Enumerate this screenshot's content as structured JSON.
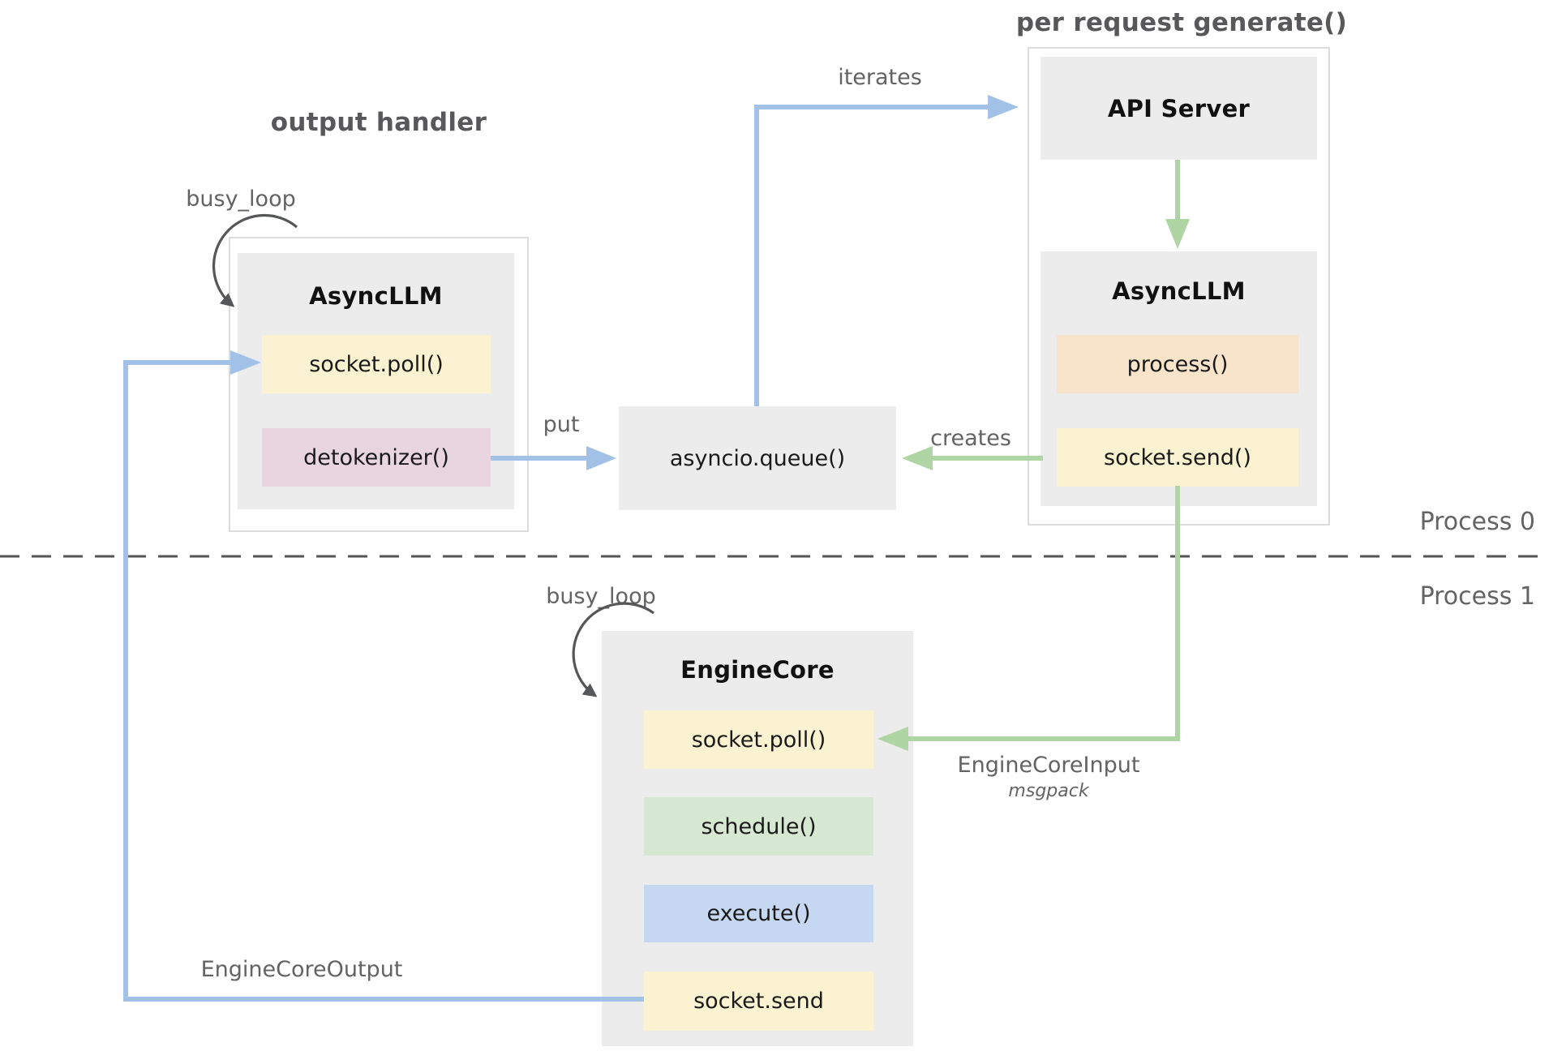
{
  "section_titles": {
    "output_handler": "output handler",
    "per_request_generate": "per request generate()"
  },
  "process_labels": {
    "process0": "Process 0",
    "process1": "Process 1"
  },
  "arrow_labels": {
    "iterates": "iterates",
    "put": "put",
    "creates": "creates",
    "busy_loop_output_handler": "busy_loop",
    "busy_loop_engine_core": "busy_loop",
    "engine_core_input": "EngineCoreInput",
    "engine_core_input_format": "msgpack",
    "engine_core_output": "EngineCoreOutput"
  },
  "nodes": {
    "async_llm_output": {
      "title": "AsyncLLM",
      "methods": [
        {
          "label": "socket.poll()",
          "fill": "#FAF2D1"
        },
        {
          "label": "detokenizer()",
          "fill": "#E8D5DE"
        }
      ]
    },
    "asyncio_queue": {
      "title": "asyncio.queue()"
    },
    "api_server": {
      "title": "API Server"
    },
    "async_llm_request": {
      "title": "AsyncLLM",
      "methods": [
        {
          "label": "process()",
          "fill": "#F8E4CB"
        },
        {
          "label": "socket.send()",
          "fill": "#FAF2D1"
        }
      ]
    },
    "engine_core": {
      "title": "EngineCore",
      "methods": [
        {
          "label": "socket.poll()",
          "fill": "#FAF2D1"
        },
        {
          "label": "schedule()",
          "fill": "#D7E8D2"
        },
        {
          "label": "execute()",
          "fill": "#C6D7F2"
        },
        {
          "label": "socket.send",
          "fill": "#FAF2D1"
        }
      ]
    }
  },
  "colors": {
    "node_fill": "#ECECEC",
    "outer_border": "#DCDCDC",
    "blue_arrow": "#A1C1E7",
    "green_arrow": "#AFD5A4",
    "dark_line": "#555658",
    "section_title_text": "#58585A",
    "label_text": "#636365",
    "box_text": "#1A1A1A"
  }
}
